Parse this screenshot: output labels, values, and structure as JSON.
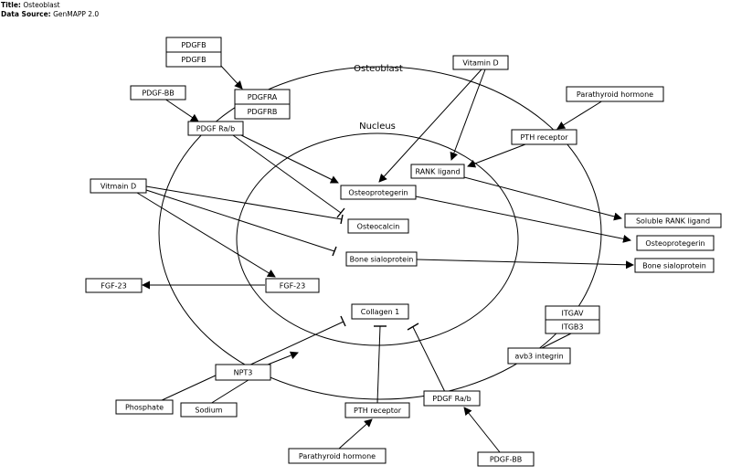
{
  "header": {
    "title_label": "Title:",
    "title": "Osteoblast",
    "source_label": "Data Source:",
    "source": "GenMAPP 2.0"
  },
  "compartments": {
    "cell": "Osteoblast",
    "nucleus": "Nucleus"
  },
  "nodes": [
    {
      "id": "pdgfb1",
      "label": "PDGFB"
    },
    {
      "id": "pdgfb2",
      "label": "PDGFB"
    },
    {
      "id": "pdgfbb_top",
      "label": "PDGF-BB"
    },
    {
      "id": "pdgfra",
      "label": "PDGFRA"
    },
    {
      "id": "pdgfrb",
      "label": "PDGFRB"
    },
    {
      "id": "pdgfrab_top",
      "label": "PDGF Ra/b"
    },
    {
      "id": "vitd_top",
      "label": "Vitamin D"
    },
    {
      "id": "pth_top",
      "label": "Parathyroid hormone"
    },
    {
      "id": "pthr_top",
      "label": "PTH receptor"
    },
    {
      "id": "rankl",
      "label": "RANK ligand"
    },
    {
      "id": "opg_in",
      "label": "Osteoprotegerin"
    },
    {
      "id": "vitd_left",
      "label": "Vitmain D"
    },
    {
      "id": "osteocalcin",
      "label": "Osteocalcin"
    },
    {
      "id": "bsp_in",
      "label": "Bone sialoprotein"
    },
    {
      "id": "srankl",
      "label": "Soluble RANK ligand"
    },
    {
      "id": "opg_out",
      "label": "Osteoprotegerin"
    },
    {
      "id": "bsp_out",
      "label": "Bone sialoprotein"
    },
    {
      "id": "fgf23_in",
      "label": "FGF-23"
    },
    {
      "id": "fgf23_out",
      "label": "FGF-23"
    },
    {
      "id": "collagen",
      "label": "Collagen 1"
    },
    {
      "id": "itgav",
      "label": "ITGAV"
    },
    {
      "id": "itgb3",
      "label": "ITGB3"
    },
    {
      "id": "avb3",
      "label": "avb3 integrin"
    },
    {
      "id": "npt3",
      "label": "NPT3"
    },
    {
      "id": "phosphate",
      "label": "Phosphate"
    },
    {
      "id": "sodium",
      "label": "Sodium"
    },
    {
      "id": "pthr_bot",
      "label": "PTH receptor"
    },
    {
      "id": "pdgfrab_bot",
      "label": "PDGF Ra/b"
    },
    {
      "id": "pth_bot",
      "label": "Parathyroid hormone"
    },
    {
      "id": "pdgfbb_bot",
      "label": "PDGF-BB"
    }
  ]
}
